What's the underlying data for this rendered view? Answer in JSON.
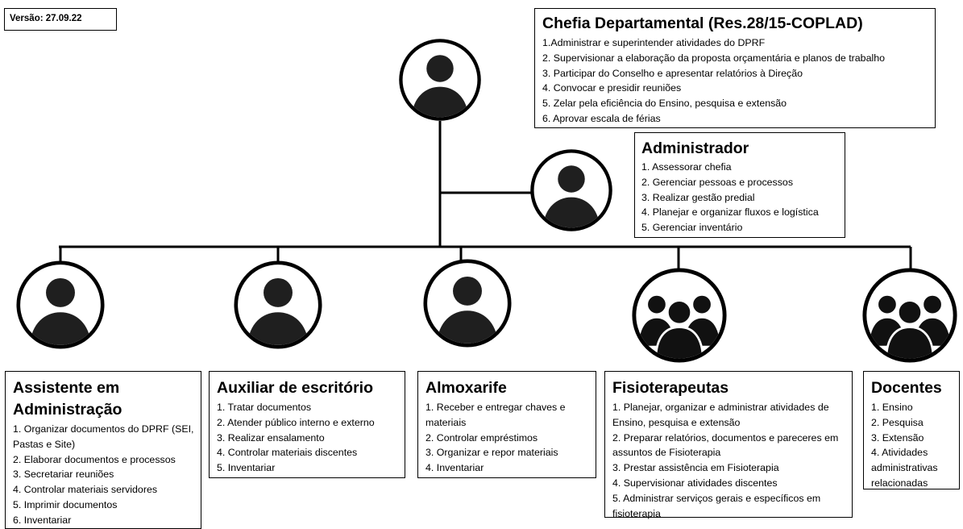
{
  "version": "Versão: 27.09.22",
  "chefia": {
    "title": "Chefia Departamental (Res.28/15-COPLAD)",
    "items": [
      "1.Administrar e superintender atividades do DPRF",
      "2. Supervisionar a elaboração da proposta orçamentária e planos de trabalho",
      "3. Participar do Conselho e apresentar relatórios à Direção",
      "4. Convocar e presidir reuniões",
      "5. Zelar pela eficiência do Ensino, pesquisa e extensão",
      "6. Aprovar escala de férias"
    ]
  },
  "administrador": {
    "title": "Administrador",
    "items": [
      "1. Assessorar chefia",
      "2. Gerenciar pessoas e processos",
      "3. Realizar gestão predial",
      "4. Planejar e organizar fluxos e logística",
      "5. Gerenciar inventário"
    ]
  },
  "assistente": {
    "title": "Assistente em Administração",
    "items": [
      "1. Organizar documentos do DPRF (SEI, Pastas e Site)",
      "2. Elaborar documentos e processos",
      "3. Secretariar reuniões",
      "4. Controlar materiais servidores",
      "5.  Imprimir documentos",
      "6. Inventariar"
    ]
  },
  "auxiliar": {
    "title": "Auxiliar de escritório",
    "items": [
      "1. Tratar documentos",
      "2. Atender público interno e externo",
      "3. Realizar ensalamento",
      "4. Controlar materiais discentes",
      "5. Inventariar"
    ]
  },
  "almoxarife": {
    "title": "Almoxarife",
    "items": [
      "1. Receber e entregar chaves e materiais",
      "2. Controlar empréstimos",
      "3. Organizar e repor materiais",
      "4. Inventariar"
    ]
  },
  "fisioterapeutas": {
    "title": "Fisioterapeutas",
    "items": [
      "1. Planejar, organizar e administrar atividades de Ensino, pesquisa e extensão",
      "2. Preparar relatórios, documentos e pareceres em assuntos de Fisioterapia",
      "3. Prestar assistência em Fisioterapia",
      "4. Supervisionar atividades discentes",
      "5. Administrar serviços gerais e específicos em fisioterapia"
    ]
  },
  "docentes": {
    "title": "Docentes",
    "items": [
      "1. Ensino",
      "2. Pesquisa",
      "3. Extensão",
      "4. Atividades administrativas relacionadas"
    ]
  }
}
